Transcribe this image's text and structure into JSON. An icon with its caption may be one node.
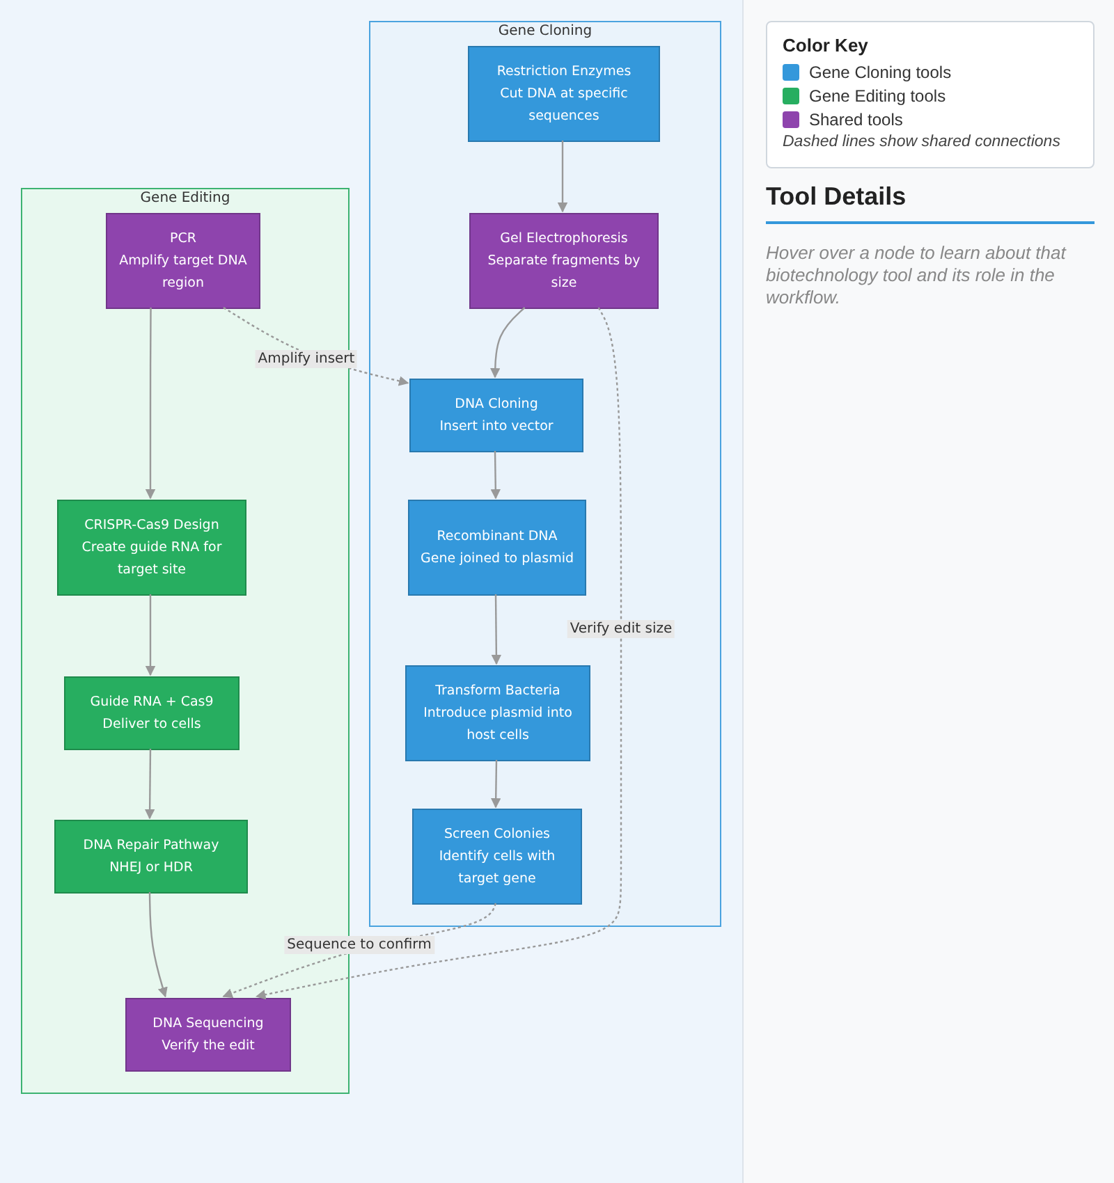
{
  "diagram": {
    "nodes": [
      {
        "text": [
          "Gene Cloning"
        ]
      },
      {
        "text": [
          "Restriction Enzymes",
          "Cut DNA at specific sequences"
        ],
        "in": 0
      },
      {
        "text": [
          "Gel Electrophoresis",
          "Separate fragments by size"
        ],
        "in": 0
      },
      {
        "text": [
          "DNA Cloning",
          "Insert into vector"
        ],
        "in": 0
      },
      {
        "text": [
          "Recombinant DNA",
          "Gene joined to plasmid"
        ],
        "in": 0
      },
      {
        "text": [
          "Transform Bacteria",
          "Introduce plasmid into host cells"
        ],
        "in": 0
      },
      {
        "text": [
          "Screen Colonies",
          "Identify cells with target gene"
        ],
        "in": 0
      },
      {
        "text": [
          "Gene Editing"
        ]
      },
      {
        "text": [
          "PCR",
          "Amplify target DNA region"
        ],
        "in": 7
      },
      {
        "text": [
          "CRISPR-Cas9 Design",
          "Create guide RNA for target site"
        ],
        "in": 7
      },
      {
        "text": [
          "Guide RNA + Cas9",
          "Deliver to cells"
        ],
        "in": 7
      },
      {
        "text": [
          "DNA Repair Pathway",
          "NHEJ or HDR"
        ],
        "in": 7
      },
      {
        "text": [
          "DNA Sequencing",
          "Verify the edit"
        ],
        "in": 7
      }
    ],
    "edges": [
      {
        "from": 1,
        "to": 2,
        "arrow": "to"
      },
      {
        "from": 2,
        "to": 3,
        "arrow": "to"
      },
      {
        "from": 3,
        "to": 4,
        "arrow": "to"
      },
      {
        "from": 4,
        "to": 5,
        "arrow": "to"
      },
      {
        "from": 5,
        "to": 6,
        "arrow": "to"
      },
      {
        "from": 8,
        "to": 9,
        "arrow": "to"
      },
      {
        "from": 9,
        "to": 10,
        "arrow": "to"
      },
      {
        "from": 10,
        "to": 11,
        "arrow": "to"
      },
      {
        "from": 11,
        "to": 12,
        "arrow": "to"
      },
      {
        "from": 8,
        "to": 3,
        "arrow": "to",
        "label": "Amplify insert",
        "style": "dashed"
      },
      {
        "from": 2,
        "to": 12,
        "arrow": "to",
        "label": "Verify edit size",
        "style": "dashed"
      },
      {
        "from": 6,
        "to": 12,
        "arrow": "to",
        "label": "Sequence to confirm",
        "style": "dashed"
      }
    ],
    "labels": [
      "Color Key",
      "Dashed lines show shared connections",
      "Tool Details",
      "Hover over a node to learn about that biotechnology tool and its role in the workflow."
    ],
    "legend": [
      {
        "text": "Gene Cloning tools",
        "color": "#3498db"
      },
      {
        "text": "Gene Editing tools",
        "color": "#27ae60"
      },
      {
        "text": "Shared tools",
        "color": "#8e44ad"
      }
    ]
  }
}
